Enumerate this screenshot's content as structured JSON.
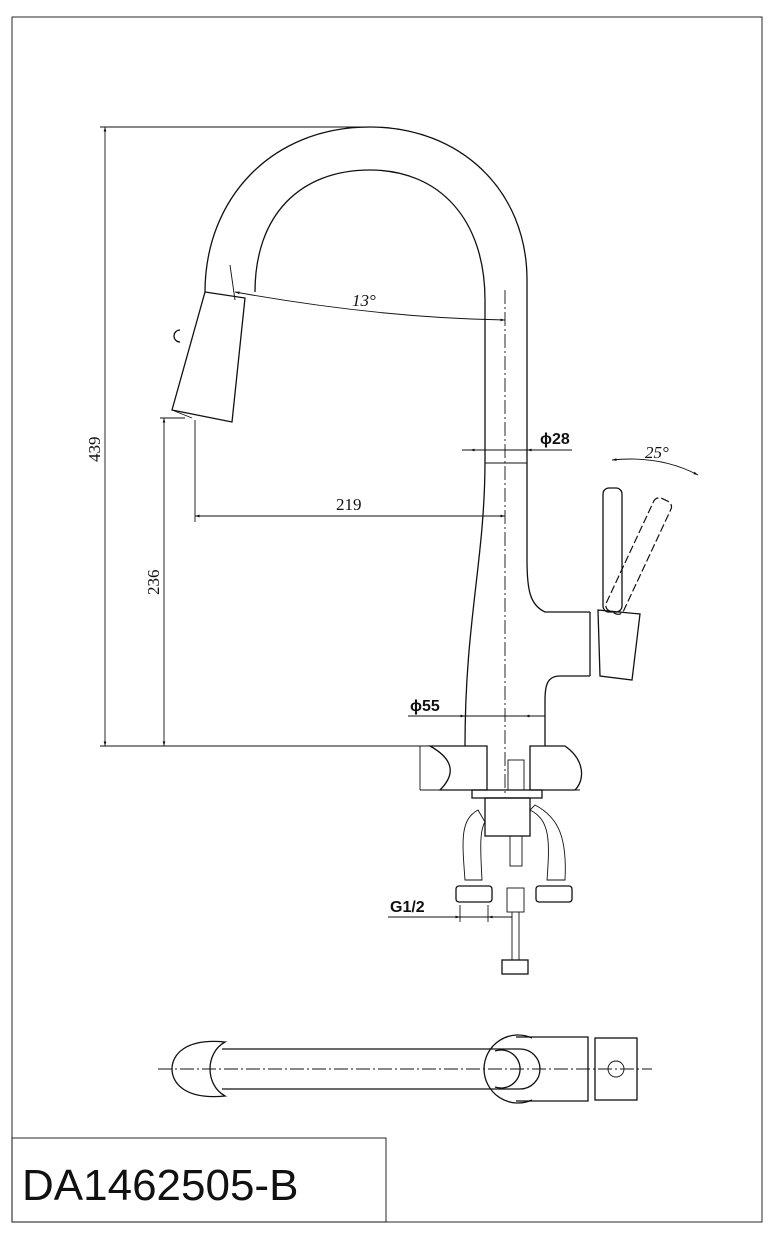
{
  "model": "DA1462505-B",
  "dimensions": {
    "total_height": "439",
    "spout_height": "236",
    "reach": "219",
    "spout_angle": "13°",
    "spout_diameter": "ϕ28",
    "handle_angle": "25°",
    "base_diameter": "ϕ55",
    "connection": "G1/2"
  },
  "colors": {
    "line": "#111111",
    "background": "#ffffff"
  }
}
